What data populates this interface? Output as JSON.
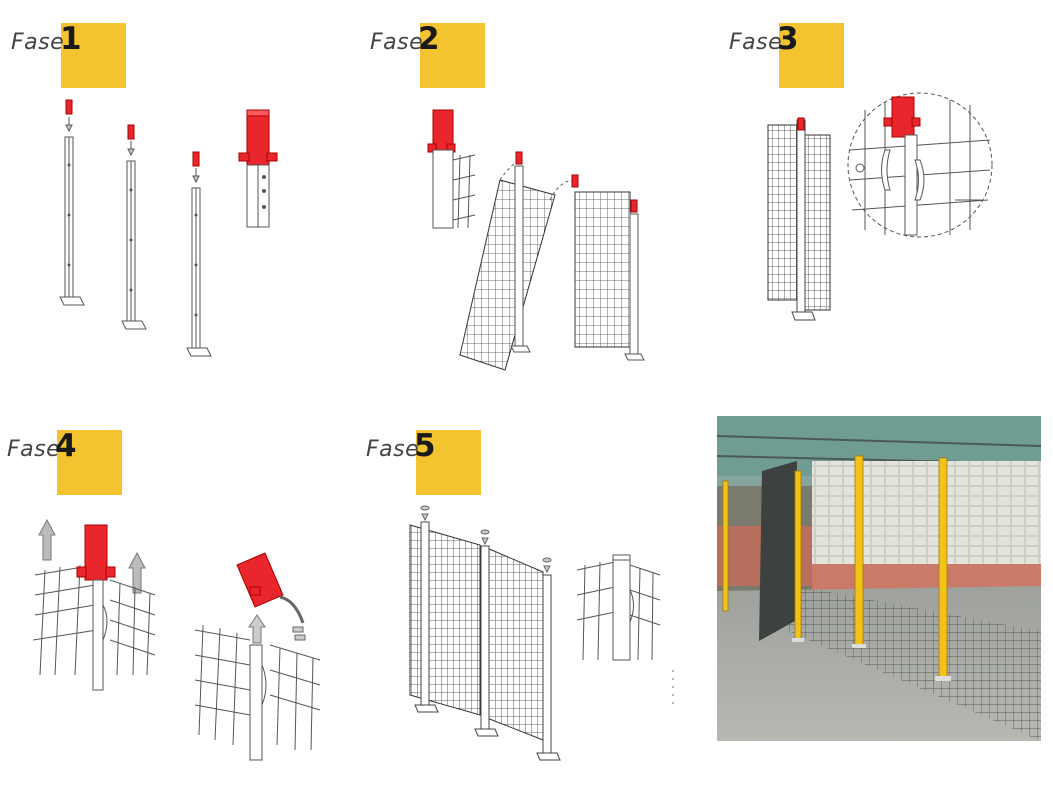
{
  "phases": [
    {
      "word": "Fase",
      "number": "1"
    },
    {
      "word": "Fase",
      "number": "2"
    },
    {
      "word": "Fase",
      "number": "3"
    },
    {
      "word": "Fase",
      "number": "4"
    },
    {
      "word": "Fase",
      "number": "5"
    }
  ],
  "colors": {
    "accent_yellow": "#f4c430",
    "part_red": "#e8262b",
    "line_gray": "#555555",
    "arrow_gray": "#bbbbbb",
    "post_yellow": "#f2c21b"
  }
}
